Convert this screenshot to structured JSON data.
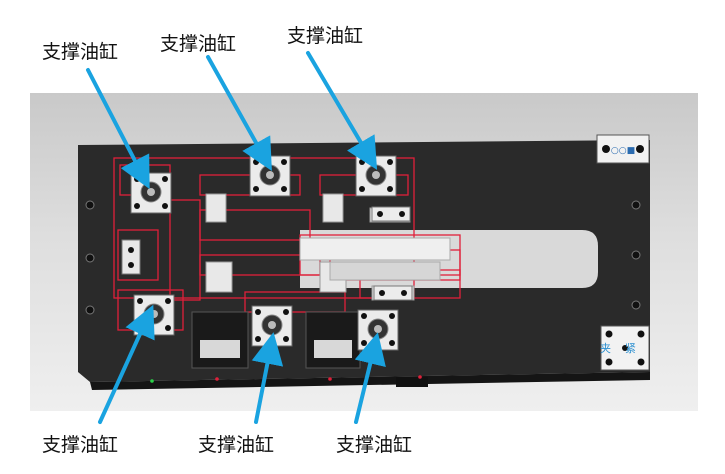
{
  "labels": {
    "top_left": "支撑油缸",
    "top_middle": "支撑油缸",
    "top_right": "支撑油缸",
    "bottom_left": "支撑油缸",
    "bottom_middle": "支撑油缸",
    "bottom_right": "支撑油缸"
  },
  "badge_text": {
    "top": "○○■",
    "bottom": "夹紧"
  },
  "colors": {
    "arrow": "#1aa3e0",
    "plate": "#2b2b2b",
    "outline_red": "#e0203a",
    "block": "#e4e4e4",
    "text": "#111111"
  }
}
